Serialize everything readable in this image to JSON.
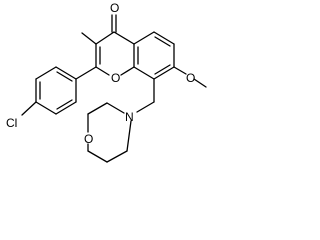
{
  "diagram": {
    "atoms": {
      "carbonyl_oxygen": "O",
      "ring_oxygen": "O",
      "methoxy_oxygen": "O",
      "morpholine_oxygen": "O",
      "morpholine_nitrogen": "N",
      "chlorine": "Cl"
    },
    "colors": {
      "bond": "#000000",
      "label": "#000000",
      "background": "#ffffff"
    }
  }
}
